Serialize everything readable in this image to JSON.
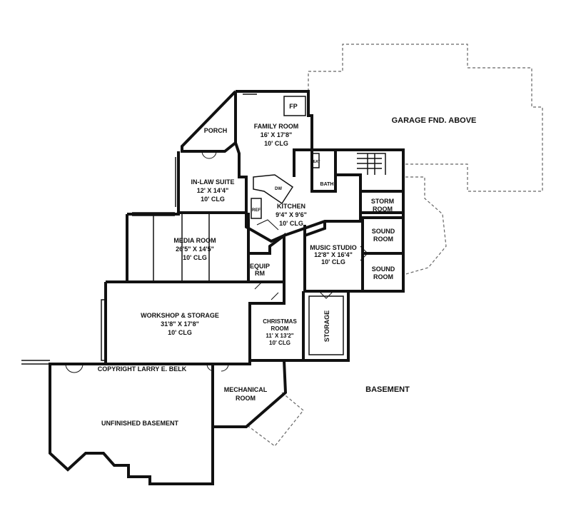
{
  "rooms": {
    "family_room": {
      "name": "FAMILY ROOM",
      "size": "16' X 17'8\"",
      "ceiling": "10' CLG"
    },
    "porch": {
      "name": "PORCH"
    },
    "fireplace": {
      "name": "FP"
    },
    "inlaw_suite": {
      "name": "IN-LAW SUITE",
      "size": "12' X 14'4\"",
      "ceiling": "10' CLG"
    },
    "kitchen": {
      "name": "KITCHEN",
      "size": "9'4\" X 9'6\"",
      "ceiling": "10' CLG"
    },
    "dw": {
      "name": "DW"
    },
    "ref": {
      "name": "REF"
    },
    "seat": {
      "name": "SEAT"
    },
    "bath": {
      "name": "BATH"
    },
    "storm_room": {
      "name_line1": "STORM",
      "name_line2": "ROOM"
    },
    "media_room": {
      "name": "MEDIA ROOM",
      "size": "26'5\" X 14'5\"",
      "ceiling": "10' CLG"
    },
    "music_studio": {
      "name": "MUSIC STUDIO",
      "size": "12'8\" X 16'4\"",
      "ceiling": "10' CLG"
    },
    "sound_room_1": {
      "name_line1": "SOUND",
      "name_line2": "ROOM"
    },
    "sound_room_2": {
      "name_line1": "SOUND",
      "name_line2": "ROOM"
    },
    "equip_rm": {
      "name_line1": "EQUIP",
      "name_line2": "RM"
    },
    "workshop": {
      "name": "WORKSHOP & STORAGE",
      "size": "31'8\" X 17'8\"",
      "ceiling": "10' CLG"
    },
    "christmas_room": {
      "name_line1": "CHRISTMAS",
      "name_line2": "ROOM",
      "size": "11' X 13'2\"",
      "ceiling": "10' CLG"
    },
    "storage": {
      "name": "STORAGE"
    },
    "mechanical_room": {
      "name_line1": "MECHANICAL",
      "name_line2": "ROOM"
    },
    "unfinished_basement": {
      "name": "UNFINISHED BASEMENT"
    }
  },
  "labels": {
    "garage": "GARAGE FND. ABOVE",
    "basement": "BASEMENT",
    "copyright": "COPYRIGHT LARRY E. BELK"
  }
}
